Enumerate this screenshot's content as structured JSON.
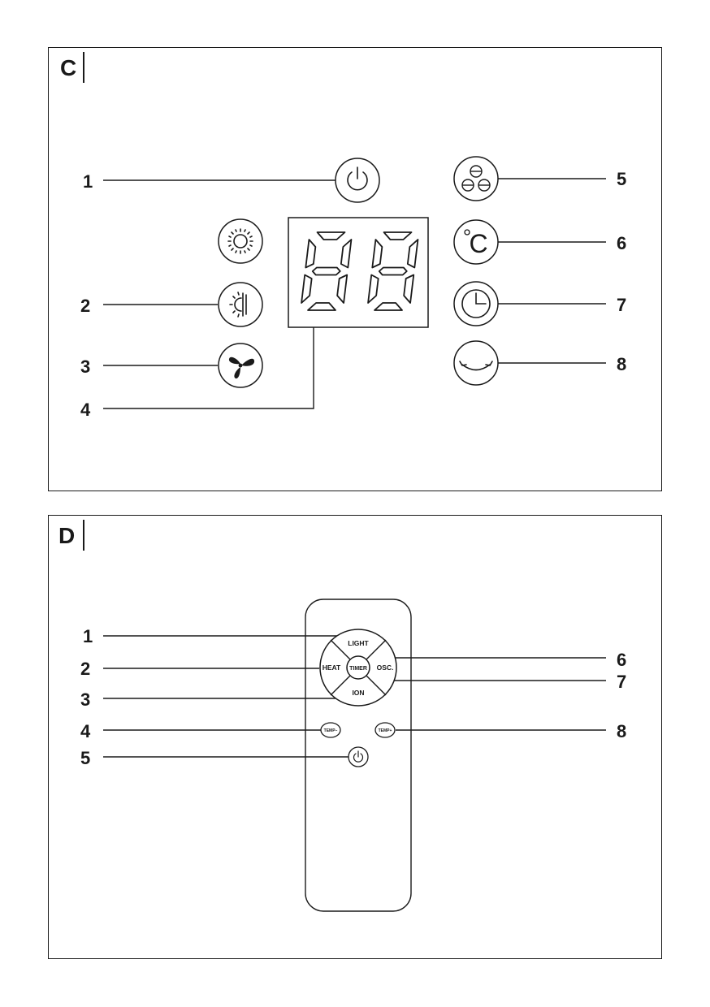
{
  "panel_c": {
    "letter": "C",
    "callouts": [
      "1",
      "2",
      "3",
      "4",
      "5",
      "6",
      "7",
      "8"
    ],
    "display": {
      "digits": "88"
    },
    "icons": [
      "power-icon",
      "sun-icon",
      "heat-icon",
      "fan-icon",
      "modes-icon",
      "celsius-icon",
      "clock-icon",
      "oscillation-icon"
    ],
    "celsius_symbol": "C"
  },
  "panel_d": {
    "letter": "D",
    "callouts": [
      "1",
      "2",
      "3",
      "4",
      "5",
      "6",
      "7",
      "8"
    ],
    "remote": {
      "light": "LIGHT",
      "heat": "HEAT",
      "timer": "TIMER",
      "osc": "OSC.",
      "ion": "ION",
      "temp_minus": "TEMP–",
      "temp_plus": "TEMP+"
    },
    "icons": [
      "power-icon"
    ]
  }
}
